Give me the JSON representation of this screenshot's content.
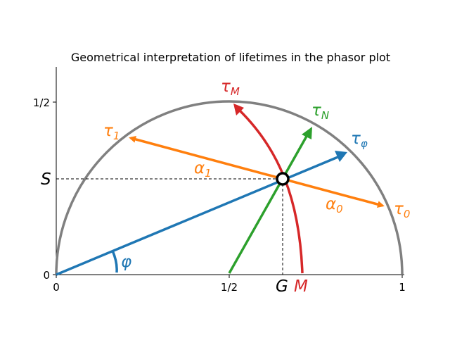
{
  "title": "Geometrical interpretation of lifetimes in the phasor plot",
  "axes": {
    "x_ticks": [
      "0",
      "1/2",
      "1"
    ],
    "y_ticks": [
      "0",
      "1/2"
    ],
    "S_label": "S",
    "G_label": "G"
  },
  "labels": {
    "tau_M": "τ",
    "tau_M_sub": "M",
    "tau_N": "τ",
    "tau_N_sub": "N",
    "tau_phi": "τ",
    "tau_phi_sub": "φ",
    "tau_1": "τ",
    "tau_1_sub": "1",
    "tau_0": "τ",
    "tau_0_sub": "0",
    "alpha_1": "α",
    "alpha_1_sub": "1",
    "alpha_0": "α",
    "alpha_0_sub": "0",
    "phi": "φ",
    "M": "M"
  },
  "colors": {
    "semicircle": "#808080",
    "blue": "#1f77b4",
    "orange": "#ff7f0e",
    "green": "#2ca02c",
    "red": "#d62728"
  }
}
